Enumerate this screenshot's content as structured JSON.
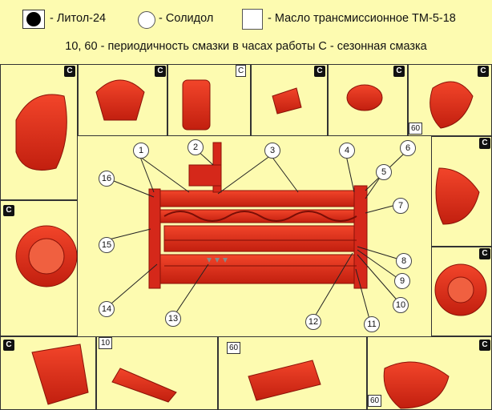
{
  "legend": {
    "item1": "- Литол-24",
    "item2": "- Солидол",
    "item3": "- Масло трансмиссионное ТМ-5-18",
    "note": "10, 60 - периодичность смазки в часах работы  С - сезонная смазка"
  },
  "badges": {
    "season": "C",
    "interval_10": "10",
    "interval_60": "60"
  },
  "callouts": [
    "1",
    "2",
    "3",
    "4",
    "5",
    "6",
    "7",
    "8",
    "9",
    "10",
    "11",
    "12",
    "13",
    "14",
    "15",
    "16"
  ],
  "colors": {
    "background": "#fdfbb0",
    "machine": "#e8301a",
    "machine_dark": "#b11a0c"
  }
}
